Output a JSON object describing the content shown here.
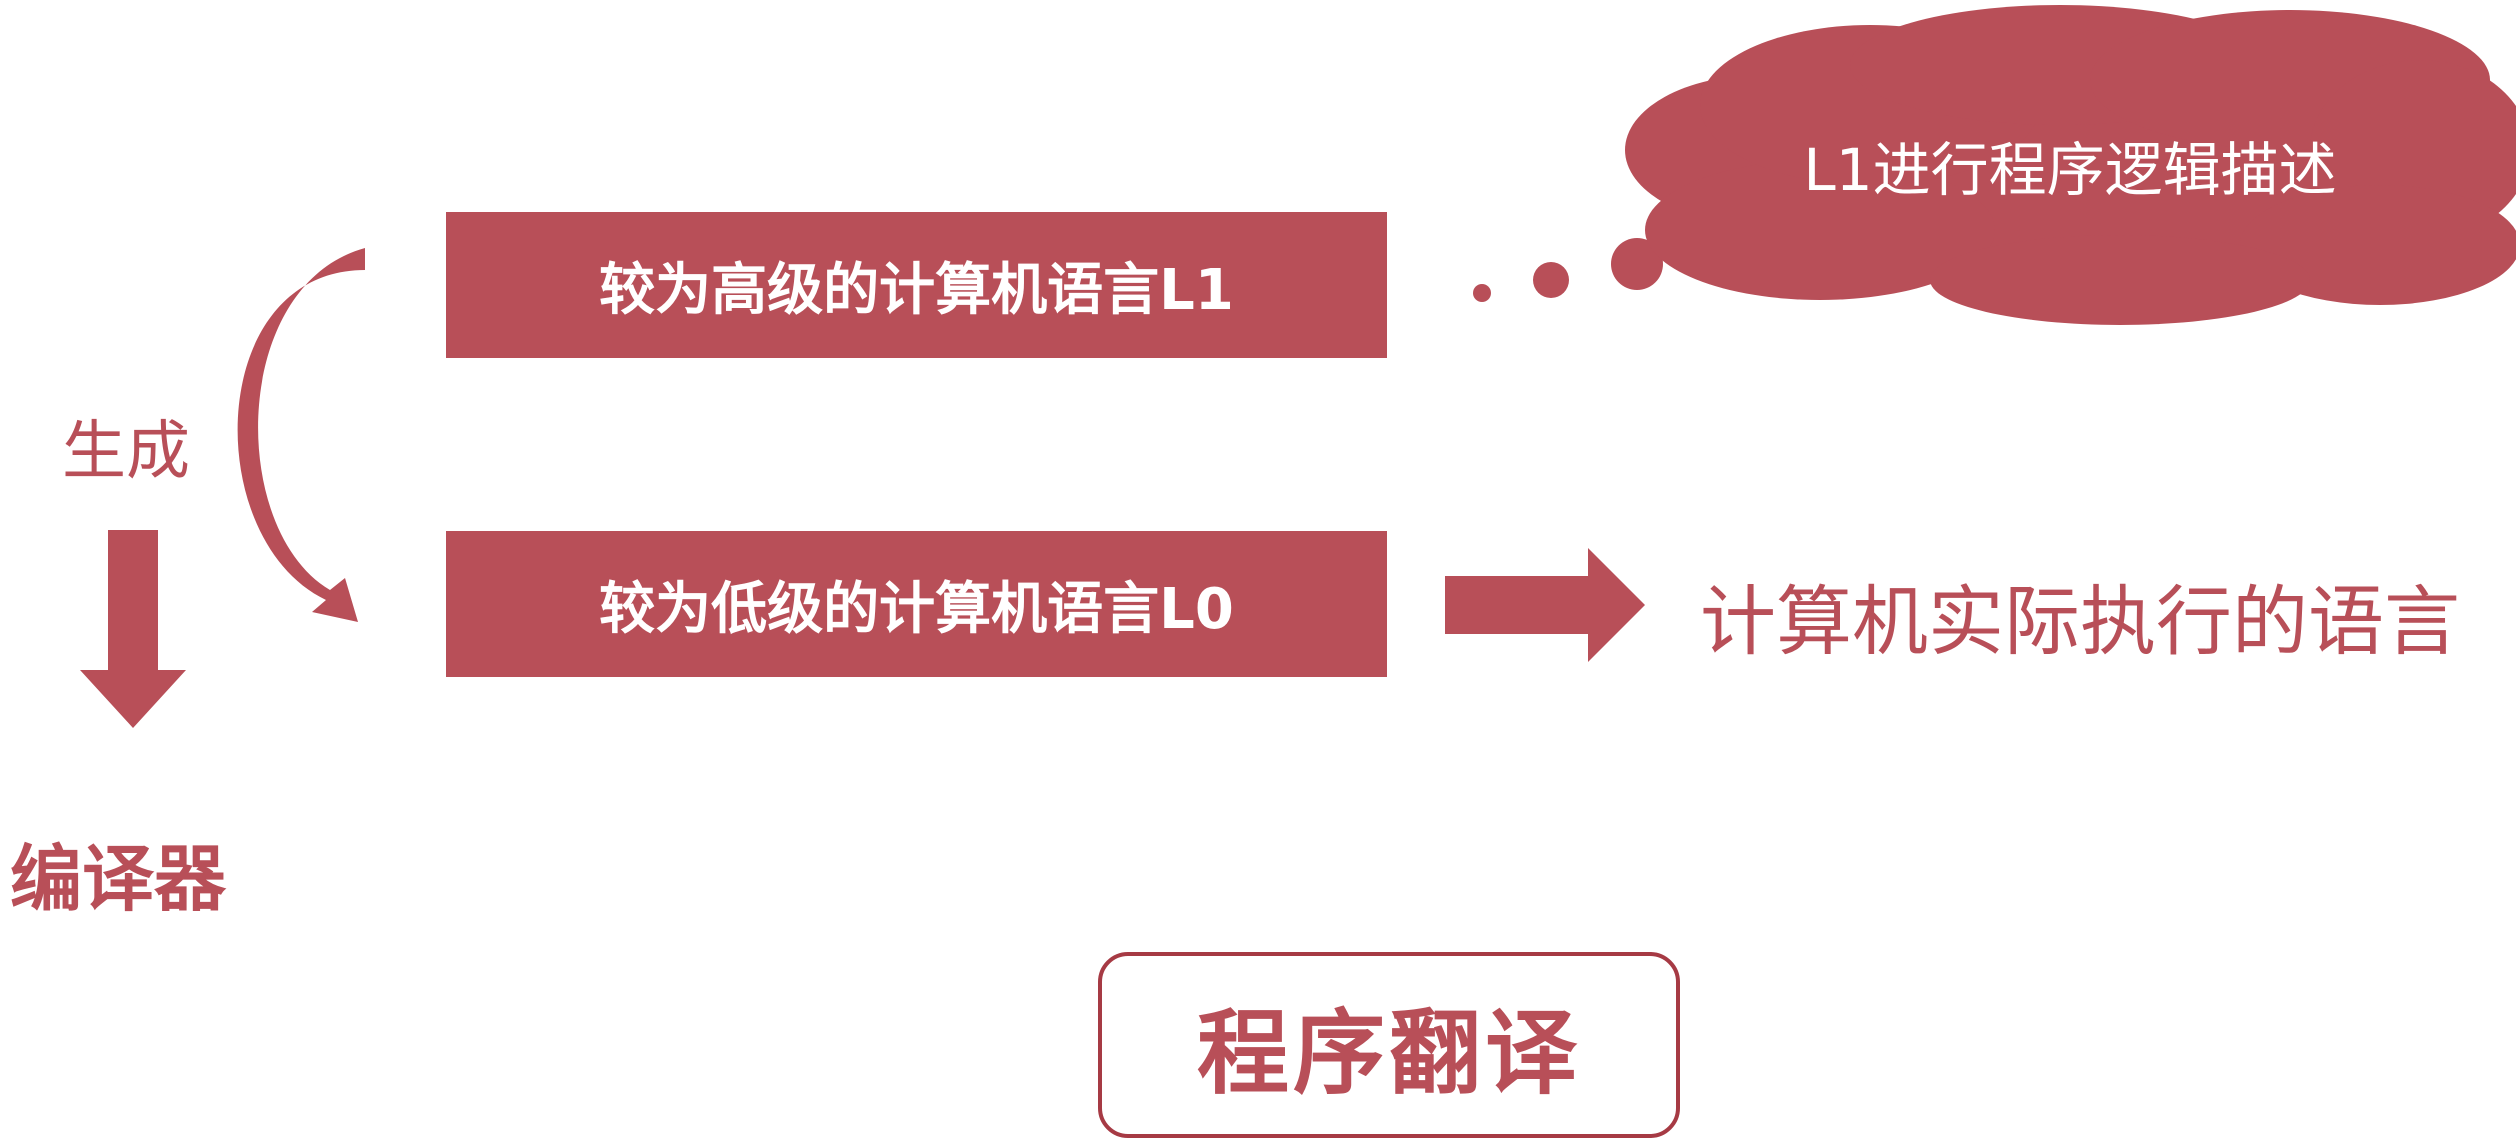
{
  "colors": {
    "accent": "#b84f58",
    "title_border": "#a63a44"
  },
  "boxes": {
    "high_level": "较为高级的计算机语言L1",
    "low_level": "较为低级的计算机语言L0"
  },
  "left": {
    "generate": "生成",
    "compiler": "编译器"
  },
  "thought": "L1进行程序逻辑描述",
  "actual": "计算机实际执行的语言",
  "title": "程序翻译",
  "icons": [
    "curved-arrow-icon",
    "down-arrow-icon",
    "right-arrow-icon",
    "thought-cloud-icon"
  ]
}
